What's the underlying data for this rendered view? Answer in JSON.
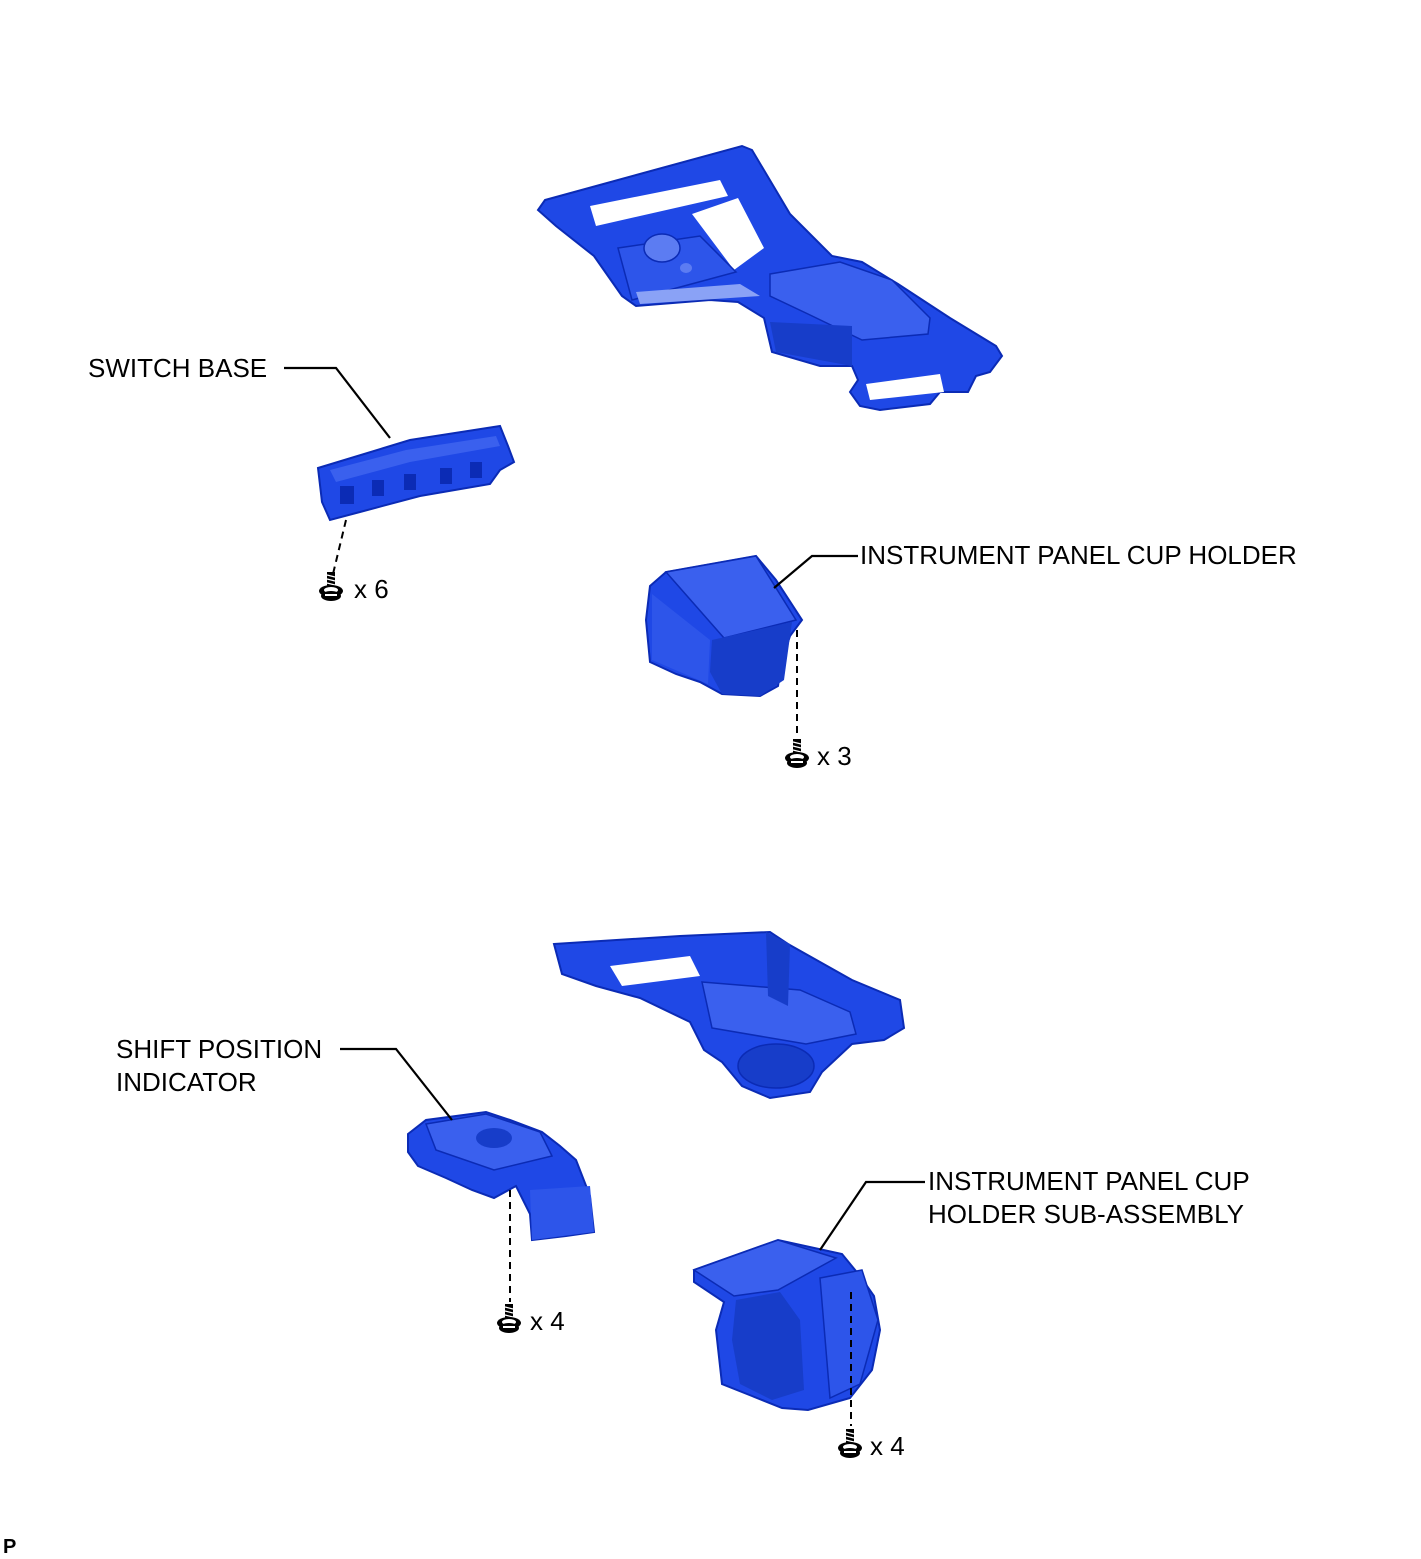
{
  "colors": {
    "part_fill": "#1f48e6",
    "part_dark": "#0b2bb5",
    "part_light": "#5c7cf2",
    "line": "#000000"
  },
  "labels": {
    "switch_base": "SWITCH BASE",
    "cup_holder": "INSTRUMENT PANEL CUP HOLDER",
    "shift_indicator_line1": "SHIFT POSITION",
    "shift_indicator_line2": "INDICATOR",
    "cup_holder_sub_line1": "INSTRUMENT PANEL CUP",
    "cup_holder_sub_line2": "HOLDER SUB-ASSEMBLY"
  },
  "quantities": {
    "switch_base_screws": "x 6",
    "cup_holder_screws": "x 3",
    "shift_indicator_screws": "x 4",
    "cup_holder_sub_screws": "x 4"
  },
  "icons": {
    "screw": "screw-icon"
  },
  "corner_mark": "P"
}
